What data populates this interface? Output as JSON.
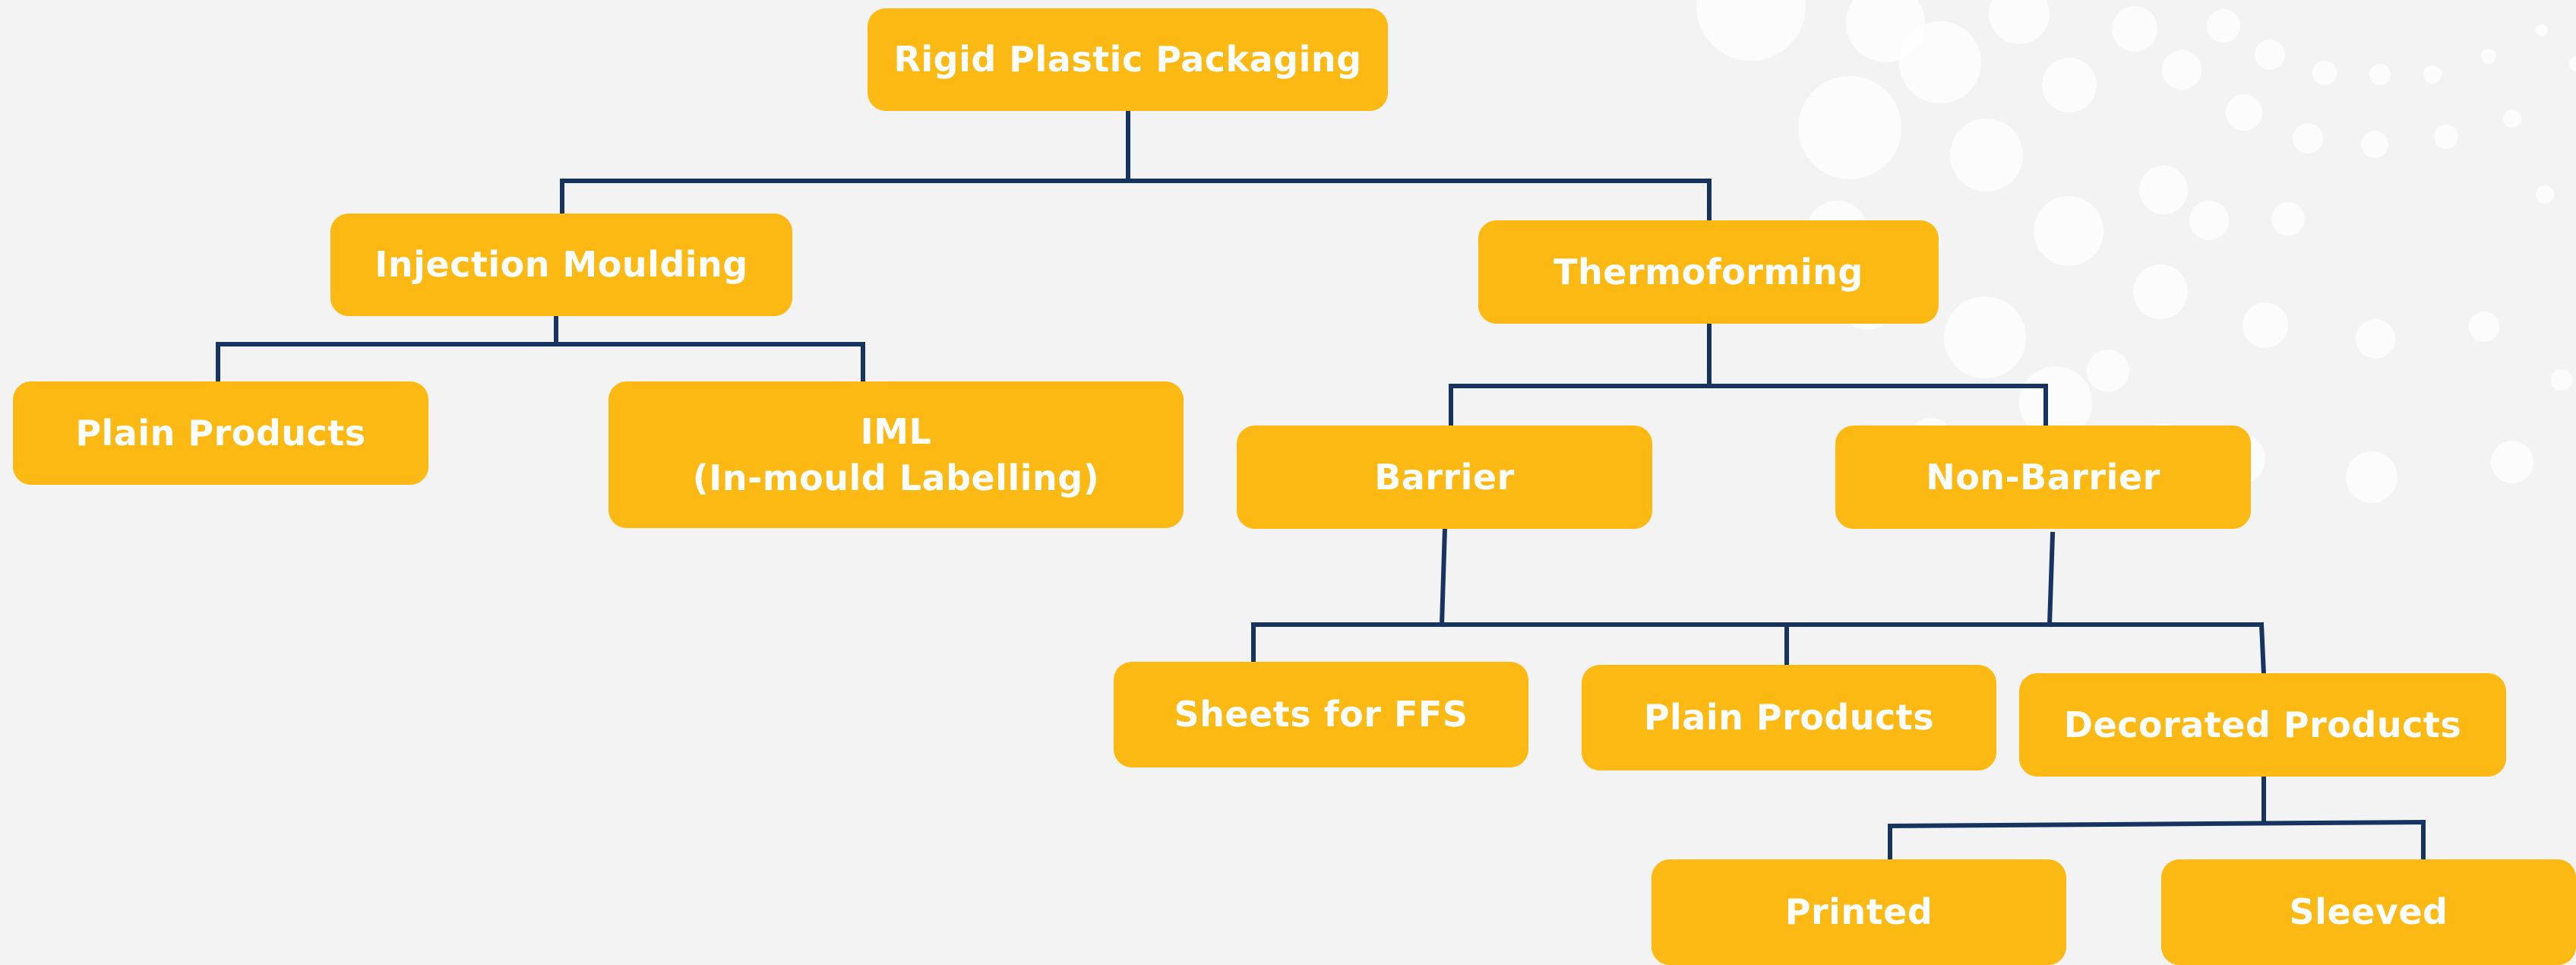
{
  "colors": {
    "box": "#fdb913",
    "box_text": "#ffffff",
    "connector": "#17335f",
    "background": "#f2f3f2",
    "dots": "#ffffff"
  },
  "nodes": {
    "root": "Rigid Plastic Packaging",
    "injection_moulding": "Injection Moulding",
    "thermoforming": "Thermoforming",
    "plain_products_im": "Plain Products",
    "iml_line1": "IML",
    "iml_line2": "(In-mould Labelling)",
    "barrier": "Barrier",
    "non_barrier": "Non-Barrier",
    "sheets_for_ffs": "Sheets for FFS",
    "plain_products_tf": "Plain Products",
    "decorated_products": "Decorated Products",
    "printed": "Printed",
    "sleeved": "Sleeved"
  },
  "edges": [
    [
      "root",
      "injection_moulding"
    ],
    [
      "root",
      "thermoforming"
    ],
    [
      "injection_moulding",
      "plain_products_im"
    ],
    [
      "injection_moulding",
      "iml"
    ],
    [
      "thermoforming",
      "barrier"
    ],
    [
      "thermoforming",
      "non_barrier"
    ],
    [
      "barrier",
      "sheets_for_ffs"
    ],
    [
      "barrier",
      "plain_products_tf"
    ],
    [
      "non_barrier",
      "plain_products_tf"
    ],
    [
      "non_barrier",
      "decorated_products"
    ],
    [
      "decorated_products",
      "printed"
    ],
    [
      "decorated_products",
      "sleeved"
    ]
  ]
}
